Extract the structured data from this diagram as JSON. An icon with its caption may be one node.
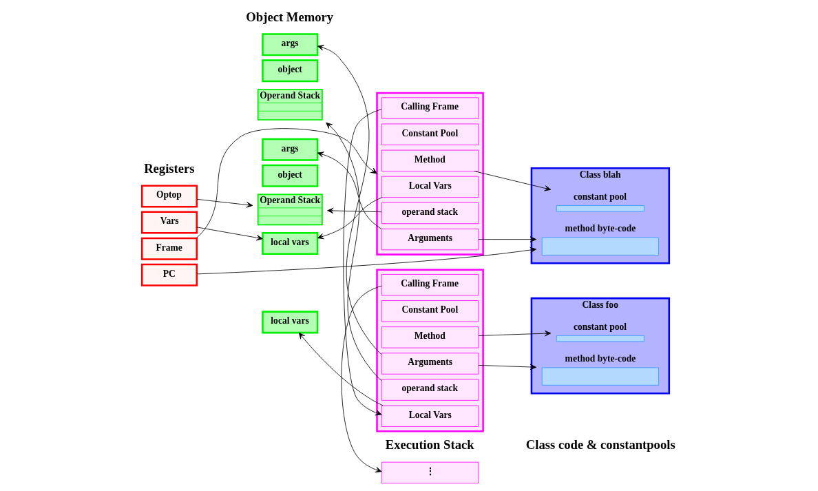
{
  "diagram": {
    "nodes": [
      {
        "text": [
          "⋮"
        ]
      },
      {
        "text": [],
        "shape": "box"
      },
      {
        "text": [
          "Calling Frame"
        ],
        "in": 1
      },
      {
        "text": [
          "Constant Pool"
        ],
        "in": 1
      },
      {
        "text": [
          "Method"
        ],
        "in": 1
      },
      {
        "text": [
          "Arguments"
        ],
        "in": 1
      },
      {
        "text": [
          "operand stack"
        ],
        "in": 1
      },
      {
        "text": [
          "Local Vars"
        ],
        "in": 1
      },
      {
        "text": [],
        "shape": "box"
      },
      {
        "text": [
          "Calling Frame"
        ],
        "in": 8
      },
      {
        "text": [
          "Constant Pool"
        ],
        "in": 8
      },
      {
        "text": [
          "Method"
        ],
        "in": 8
      },
      {
        "text": [
          "Arguments"
        ],
        "in": 8
      },
      {
        "text": [
          "operand stack"
        ],
        "in": 8
      },
      {
        "text": [
          "Local Vars"
        ],
        "in": 8
      },
      {
        "text": [
          "args"
        ]
      },
      {
        "text": [
          "object"
        ]
      },
      {
        "text": [
          "Operand Stack"
        ]
      },
      {
        "text": [
          "local vars"
        ]
      },
      {
        "text": [
          "args"
        ]
      },
      {
        "text": [
          "object"
        ]
      },
      {
        "text": [
          "Operand Stack"
        ]
      },
      {
        "text": [
          "local vars"
        ]
      },
      {
        "text": [
          "Class foo"
        ]
      },
      {
        "text": [],
        "shape": "bar",
        "in": 23,
        "beside": [
          "constant pool"
        ]
      },
      {
        "text": [],
        "shape": "bar",
        "in": 23,
        "beside": [
          "method byte-code"
        ]
      },
      {
        "text": [
          "Class blah"
        ]
      },
      {
        "text": [],
        "shape": "bar",
        "in": 26,
        "beside": [
          "constant pool"
        ]
      },
      {
        "text": [],
        "shape": "bar",
        "in": 26,
        "beside": [
          "method byte-code"
        ]
      },
      {
        "text": [
          "Optop"
        ]
      },
      {
        "text": [
          "Vars"
        ]
      },
      {
        "text": [
          "Frame"
        ]
      },
      {
        "text": [
          "PC"
        ]
      }
    ],
    "edges": [
      {
        "from": 2,
        "to": 0,
        "arrow": "to"
      },
      {
        "from": 4,
        "to": 24,
        "arrow": "to"
      },
      {
        "from": 5,
        "to": 25,
        "arrow": "to"
      },
      {
        "from": 5,
        "to": 15,
        "arrow": "to"
      },
      {
        "from": 6,
        "to": 17,
        "arrow": "to"
      },
      {
        "from": 7,
        "to": 18,
        "arrow": "to"
      },
      {
        "from": 9,
        "to": 7,
        "arrow": "to"
      },
      {
        "from": 11,
        "to": 27,
        "arrow": "to"
      },
      {
        "from": 12,
        "to": 28,
        "arrow": "to"
      },
      {
        "from": 12,
        "to": 19,
        "arrow": "to"
      },
      {
        "from": 13,
        "to": 21,
        "arrow": "to"
      },
      {
        "from": 14,
        "to": 22,
        "arrow": "to"
      },
      {
        "from": 29,
        "to": 21,
        "arrow": "to"
      },
      {
        "from": 30,
        "to": 22,
        "arrow": "to"
      },
      {
        "from": 31,
        "to": 8,
        "arrow": "to"
      },
      {
        "from": 32,
        "to": 28,
        "arrow": "to"
      }
    ],
    "labels": [
      "Object Memory",
      "Execution Stack",
      "Class code & constantpools",
      "Registers"
    ]
  }
}
